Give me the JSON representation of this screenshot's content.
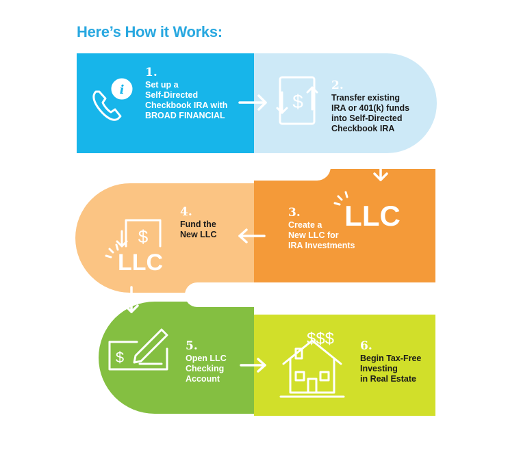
{
  "title": "Here’s How it Works:",
  "steps": [
    {
      "number": "1.",
      "lines": [
        "Set up a",
        "Self-Directed",
        "Checkbook IRA with",
        "BROAD FINANCIAL"
      ]
    },
    {
      "number": "2.",
      "lines": [
        "Transfer existing",
        "IRA or 401(k) funds",
        "into Self-Directed",
        "Checkbook IRA"
      ]
    },
    {
      "number": "3.",
      "lines": [
        "Create a",
        "New LLC for",
        "IRA Investments"
      ]
    },
    {
      "number": "4.",
      "lines": [
        "Fund the",
        "New LLC"
      ]
    },
    {
      "number": "5.",
      "lines": [
        "Open LLC",
        "Checking",
        "Account"
      ]
    },
    {
      "number": "6.",
      "lines": [
        "Begin Tax-Free",
        "Investing",
        "in Real Estate"
      ]
    }
  ],
  "icons": {
    "step1": "phone-info-icon",
    "step2": "dollar-transfer-icon",
    "step3": "llc-icon",
    "step4": "llc-funding-icon",
    "step5": "check-pen-icon",
    "step6": "house-dollar-icon"
  },
  "icon_text": {
    "llc": "LLC",
    "dollar": "$",
    "dollars": "$$$",
    "info": "i"
  },
  "colors": {
    "title": "#29a8e0",
    "step1": "#17b5ea",
    "step2": "#cde9f7",
    "step3": "#f49a39",
    "step4": "#fbc483",
    "step5": "#84bf41",
    "step6": "#d1df2a"
  }
}
